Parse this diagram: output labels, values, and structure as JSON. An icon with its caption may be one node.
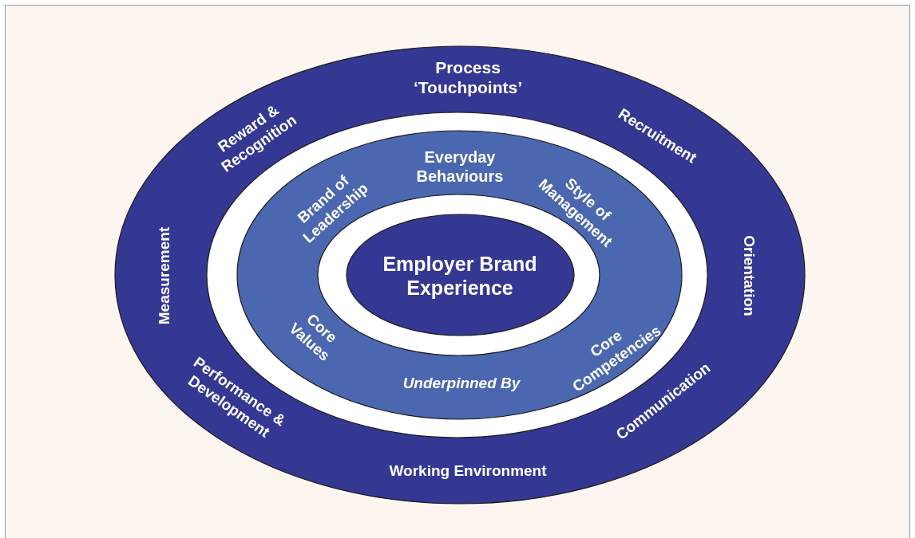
{
  "diagram": {
    "nodes": [
      {
        "text": [
          "Process ‘Touchpoints’",
          "Recruitment",
          "Orientation",
          "Communication",
          "Working Environment",
          "Performance & Development",
          "Measurement",
          "Reward & Recognition"
        ]
      },
      {
        "text": [
          "Everyday Behaviours",
          "Style of Management",
          "Core Competencies",
          "Underpinned By",
          "Core Values",
          "Brand of Leadership"
        ],
        "in": 0
      },
      {
        "text": [
          "Employer Brand Experience"
        ],
        "in": 1
      }
    ]
  }
}
